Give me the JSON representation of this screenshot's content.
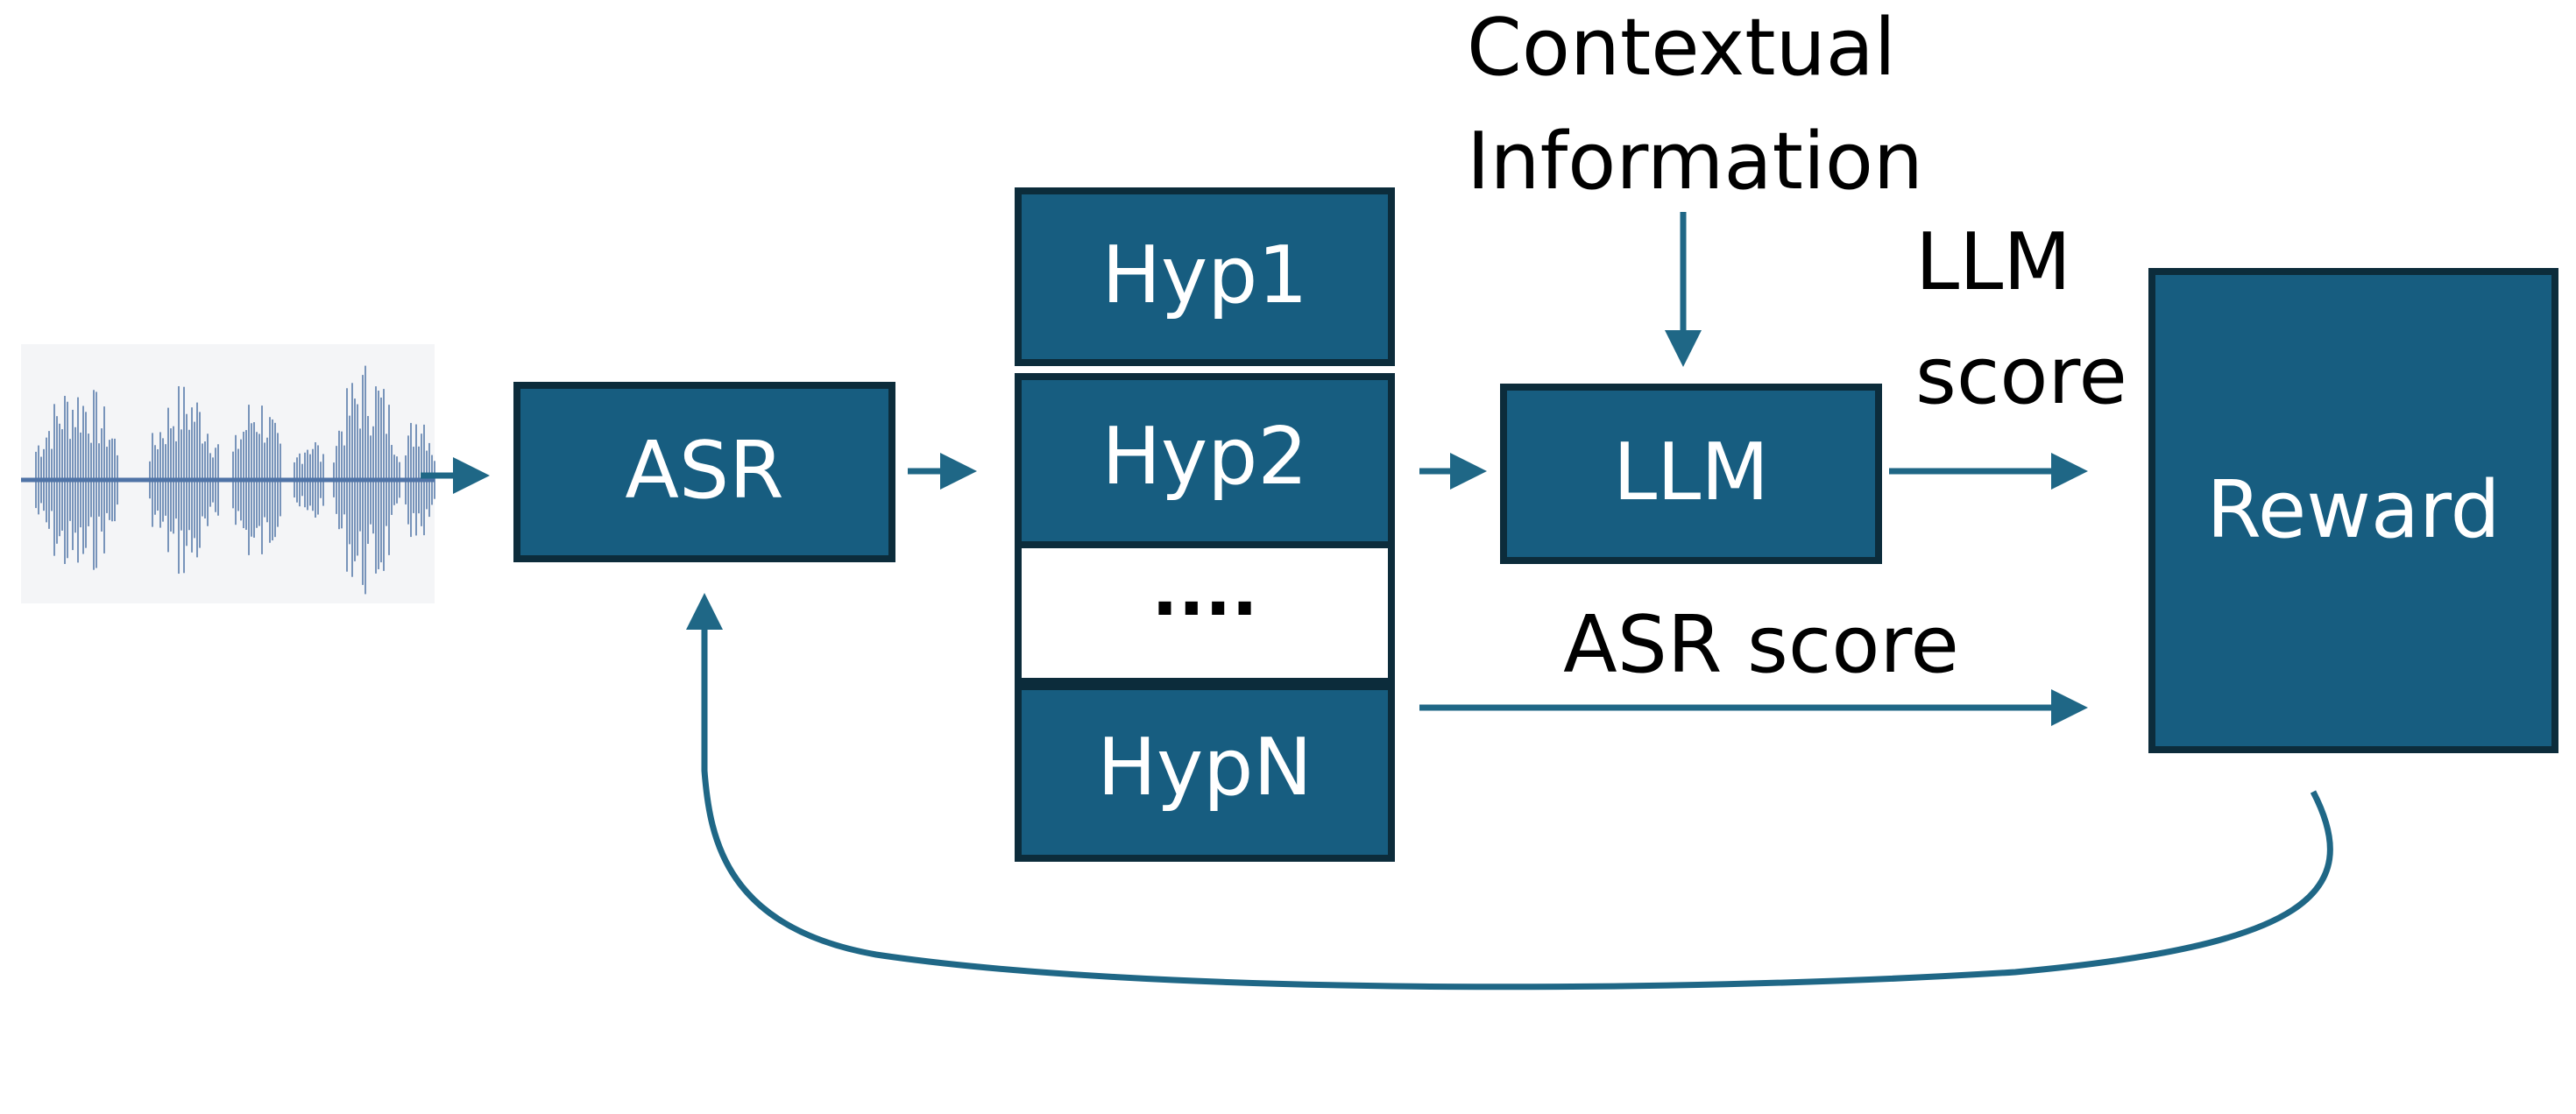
{
  "diagram": {
    "colors": {
      "box_fill": "#175d80",
      "box_stroke": "#0c2c3b",
      "arrow": "#1f6786",
      "waveform": "#4f73a6",
      "text_on_box": "#ffffff",
      "label_text": "#000000"
    },
    "nodes": {
      "waveform": {
        "icon": "audio-waveform-icon"
      },
      "asr": {
        "label": "ASR"
      },
      "hypotheses": [
        {
          "label": "Hyp1"
        },
        {
          "label": "Hyp2"
        },
        {
          "label": "...."
        },
        {
          "label": "HypN"
        }
      ],
      "llm": {
        "label": "LLM"
      },
      "reward": {
        "label": "Reward"
      }
    },
    "labels": {
      "contextual_line1": "Contextual",
      "contextual_line2": "Information",
      "llm_score_line1": "LLM",
      "llm_score_line2": "score",
      "asr_score": "ASR score"
    }
  }
}
